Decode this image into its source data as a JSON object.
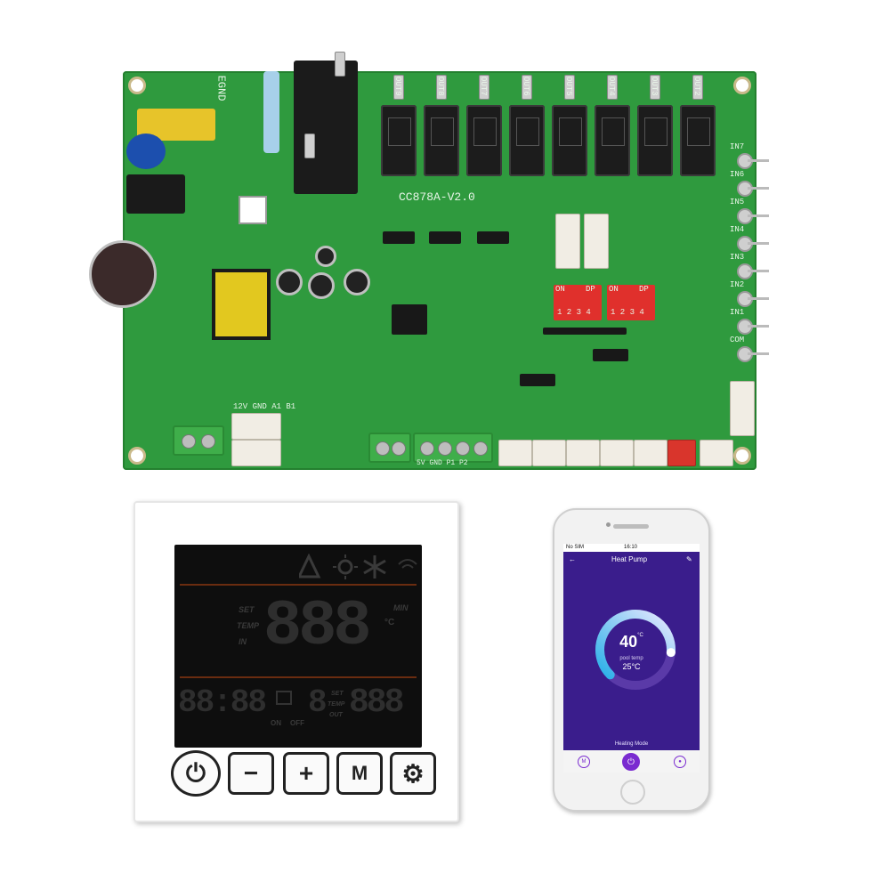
{
  "pcb": {
    "model_label": "CC878A-V2.0",
    "egnd_label": "EGND",
    "relay_labels": [
      "OUT9",
      "OUT8",
      "OUT7",
      "OUT6",
      "OUT5",
      "OUT4",
      "OUT3",
      "OUT2"
    ],
    "input_labels": [
      "IN7",
      "IN6",
      "IN5",
      "IN4",
      "IN3",
      "IN2",
      "IN1",
      "COM"
    ],
    "dip_label_on": "ON",
    "dip_label_dp": "DP",
    "dip_numbers": "1 2 3 4",
    "bus_label": "12V GND A1 B1",
    "terminal_labels": "5V GND P1 P2",
    "colors": {
      "board": "#2f9a3e",
      "dip": "#e0302c"
    }
  },
  "controller": {
    "set_label": "SET",
    "temp_label": "TEMP",
    "in_label": "IN",
    "min_label": "MIN",
    "main_digits": "888",
    "clock_digits": "88:88",
    "single_digit": "8",
    "out_digits": "888",
    "on_label": "ON",
    "off_label": "OFF",
    "set2_label": "SET",
    "temp2_label": "TEMP",
    "out_label": "OUT",
    "unit_label": "°C",
    "buttons": [
      {
        "name": "power",
        "icon": "power-icon",
        "glyph": "⏻"
      },
      {
        "name": "minus",
        "icon": "minus-icon",
        "glyph": "−"
      },
      {
        "name": "plus",
        "icon": "plus-icon",
        "glyph": "+"
      },
      {
        "name": "mode",
        "icon": "mode-icon",
        "glyph": "M"
      },
      {
        "name": "settings",
        "icon": "gear-icon",
        "glyph": "⚙"
      }
    ]
  },
  "phone": {
    "carrier": "No SIM",
    "time": "16:10",
    "app_title": "Heat Pump",
    "temperature": "40",
    "temperature_unit": "°C",
    "pool_temp_label": "pool temp",
    "pool_temp_value": "25°C",
    "mode_label": "Heating Mode",
    "tab_mode": "M",
    "dial_level": 0.85,
    "colors": {
      "screen": "#3a1d8c",
      "accent": "#7a2bd0",
      "dial_start": "#2ab0e8",
      "dial_end": "#e8e8ff"
    }
  }
}
